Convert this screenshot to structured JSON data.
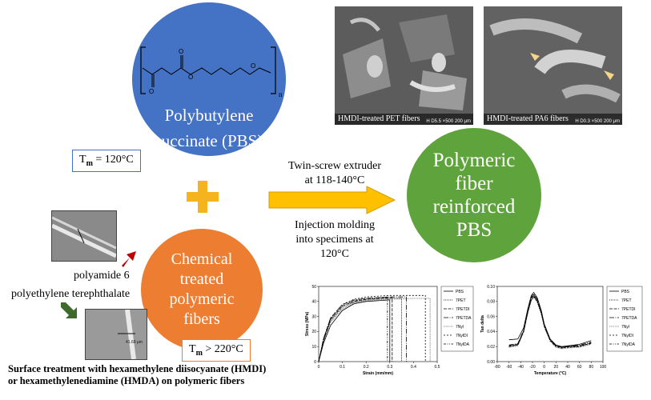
{
  "pbs": {
    "label_line1": "Polybutylene",
    "label_line2": "succinate (PBS)",
    "tm_prefix": "T",
    "tm_sub": "m",
    "tm_value": " = 120°C",
    "subscript_n": "n",
    "color": "#4472c4"
  },
  "fibers": {
    "label_line1": "Chemical",
    "label_line2": "treated",
    "label_line3": "polymeric",
    "label_line4": "fibers",
    "tm_prefix": "T",
    "tm_sub": "m",
    "tm_value": " > 220°C",
    "color": "#ed7d31",
    "pa6_label": "polyamide 6",
    "pet_label": "polyethylene terephthalate",
    "pet_measure": "41.69 μm"
  },
  "process": {
    "step1_line1": "Twin-screw extruder",
    "step1_line2": "at 118-140°C",
    "step2_line1": "Injection molding",
    "step2_line2": "into specimens at",
    "step2_line3": "120°C"
  },
  "result": {
    "line1": "Polymeric",
    "line2": "fiber",
    "line3": "reinforced",
    "line4": "PBS",
    "color": "#5fa33c"
  },
  "sem": {
    "pet_caption": "HMDI-treated PET fibers",
    "pa6_caption": "HMDI-treated PA6 fibers",
    "pet_scale": "H  D5.5  ×500   200 μm",
    "pa6_scale": "H  D0.3  ×500   200 μm"
  },
  "bottom_note": {
    "line1": "Surface treatment with hexamethylene diisocyanate (HMDI)",
    "line2": "or hexamethylenediamine (HMDA) on polymeric fibers"
  },
  "chart_data": [
    {
      "type": "line",
      "xlabel": "Strain (mm/mm)",
      "ylabel": "Stress (MPa)",
      "xlim": [
        0,
        0.5
      ],
      "ylim": [
        0,
        50
      ],
      "xticks": [
        "0",
        "0.1",
        "0.2",
        "0.3",
        "0.4",
        "0.5"
      ],
      "yticks": [
        "0",
        "10",
        "20",
        "30",
        "40",
        "50"
      ],
      "legend_position": "right",
      "series": [
        {
          "name": "PBS",
          "dash": "",
          "x": [
            0,
            0.02,
            0.05,
            0.1,
            0.15,
            0.2,
            0.25,
            0.3,
            0.3
          ],
          "y": [
            0,
            12,
            24,
            34,
            38.5,
            40,
            40.5,
            41,
            0
          ]
        },
        {
          "name": "7PET",
          "dash": "1,1",
          "x": [
            0,
            0.02,
            0.05,
            0.1,
            0.15,
            0.2,
            0.25,
            0.3,
            0.35,
            0.35
          ],
          "y": [
            0,
            14,
            27,
            36,
            39.5,
            41,
            41.5,
            42,
            42,
            0
          ]
        },
        {
          "name": "7PETDI",
          "dash": "4,1.5",
          "x": [
            0,
            0.02,
            0.05,
            0.1,
            0.15,
            0.2,
            0.25,
            0.3,
            0.31,
            0.31
          ],
          "y": [
            0,
            14,
            28,
            37,
            40,
            41.5,
            42,
            42.5,
            42.5,
            0
          ]
        },
        {
          "name": "7PETDA",
          "dash": "6,1.5,1,1.5",
          "x": [
            0,
            0.02,
            0.05,
            0.1,
            0.15,
            0.2,
            0.25,
            0.3,
            0.37,
            0.37
          ],
          "y": [
            0,
            15,
            29,
            38,
            41,
            42,
            42.5,
            43,
            43,
            0
          ]
        },
        {
          "name": "7Nyl",
          "dash": "0.6,1.2",
          "x": [
            0,
            0.02,
            0.05,
            0.1,
            0.15,
            0.2,
            0.25,
            0.3,
            0.4,
            0.47,
            0.47
          ],
          "y": [
            0,
            13,
            26,
            35,
            39,
            40.5,
            41,
            41.5,
            42,
            42,
            0
          ]
        },
        {
          "name": "7NylDI",
          "dash": "2,2",
          "x": [
            0,
            0.02,
            0.05,
            0.1,
            0.15,
            0.2,
            0.25,
            0.3,
            0.4,
            0.45,
            0.45
          ],
          "y": [
            0,
            15,
            29,
            38,
            41.5,
            43,
            43.5,
            44,
            44,
            44,
            0
          ]
        },
        {
          "name": "7NylDA",
          "dash": "3,1.5,1,1.5,1,1.5",
          "x": [
            0,
            0.02,
            0.05,
            0.1,
            0.15,
            0.2,
            0.25,
            0.29,
            0.29
          ],
          "y": [
            0,
            14,
            28,
            37,
            40.5,
            42,
            42.5,
            43,
            0
          ]
        }
      ]
    },
    {
      "type": "line",
      "xlabel": "Temperature (°C)",
      "ylabel": "Tan delta",
      "xlim": [
        -80,
        100
      ],
      "ylim": [
        0,
        0.1
      ],
      "xticks": [
        "-80",
        "-60",
        "-40",
        "-20",
        "0",
        "20",
        "40",
        "60",
        "80",
        "100"
      ],
      "yticks": [
        "0.00",
        "0.02",
        "0.04",
        "0.06",
        "0.08",
        "0.10"
      ],
      "legend_position": "right",
      "series": [
        {
          "name": "PBS",
          "dash": "",
          "x": [
            -60,
            -45,
            -35,
            -28,
            -22,
            -18,
            -12,
            -5,
            0,
            10,
            20,
            30,
            40,
            60,
            80
          ],
          "y": [
            0.029,
            0.03,
            0.045,
            0.07,
            0.088,
            0.092,
            0.085,
            0.068,
            0.05,
            0.03,
            0.022,
            0.02,
            0.021,
            0.023,
            0.028
          ]
        },
        {
          "name": "7PET",
          "dash": "1,1",
          "x": [
            -60,
            -45,
            -35,
            -28,
            -22,
            -18,
            -12,
            -5,
            0,
            10,
            20,
            30,
            40,
            60,
            80
          ],
          "y": [
            0.02,
            0.022,
            0.04,
            0.065,
            0.082,
            0.086,
            0.08,
            0.064,
            0.047,
            0.028,
            0.02,
            0.018,
            0.019,
            0.02,
            0.025
          ]
        },
        {
          "name": "7PETDI",
          "dash": "4,1.5",
          "x": [
            -60,
            -45,
            -35,
            -28,
            -22,
            -18,
            -12,
            -5,
            0,
            10,
            20,
            30,
            40,
            60,
            80
          ],
          "y": [
            0.021,
            0.023,
            0.041,
            0.066,
            0.084,
            0.088,
            0.081,
            0.065,
            0.048,
            0.029,
            0.021,
            0.019,
            0.02,
            0.021,
            0.024
          ]
        },
        {
          "name": "7PETDA",
          "dash": "6,1.5,1,1.5",
          "x": [
            -60,
            -45,
            -35,
            -28,
            -22,
            -18,
            -12,
            -5,
            0,
            10,
            20,
            30,
            40,
            60,
            80
          ],
          "y": [
            0.022,
            0.024,
            0.042,
            0.068,
            0.086,
            0.09,
            0.083,
            0.066,
            0.049,
            0.03,
            0.022,
            0.019,
            0.02,
            0.022,
            0.026
          ]
        },
        {
          "name": "7Nyl",
          "dash": "0.6,1.2",
          "x": [
            -60,
            -45,
            -35,
            -28,
            -22,
            -18,
            -12,
            -5,
            0,
            10,
            20,
            30,
            40,
            60,
            80
          ],
          "y": [
            0.019,
            0.021,
            0.039,
            0.064,
            0.081,
            0.085,
            0.079,
            0.063,
            0.046,
            0.027,
            0.019,
            0.017,
            0.018,
            0.019,
            0.023
          ]
        },
        {
          "name": "7NylDI",
          "dash": "2,2",
          "x": [
            -60,
            -45,
            -35,
            -28,
            -22,
            -18,
            -12,
            -5,
            0,
            10,
            20,
            30,
            40,
            60,
            80
          ],
          "y": [
            0.02,
            0.022,
            0.04,
            0.066,
            0.083,
            0.087,
            0.081,
            0.064,
            0.047,
            0.028,
            0.02,
            0.018,
            0.019,
            0.02,
            0.024
          ]
        },
        {
          "name": "7NylDA",
          "dash": "3,1.5,1,1.5,1,1.5",
          "x": [
            -60,
            -45,
            -35,
            -28,
            -22,
            -18,
            -12,
            -5,
            0,
            10,
            20,
            30,
            40,
            60,
            80
          ],
          "y": [
            0.021,
            0.023,
            0.041,
            0.067,
            0.085,
            0.089,
            0.082,
            0.065,
            0.048,
            0.029,
            0.021,
            0.019,
            0.02,
            0.021,
            0.025
          ]
        }
      ]
    }
  ]
}
